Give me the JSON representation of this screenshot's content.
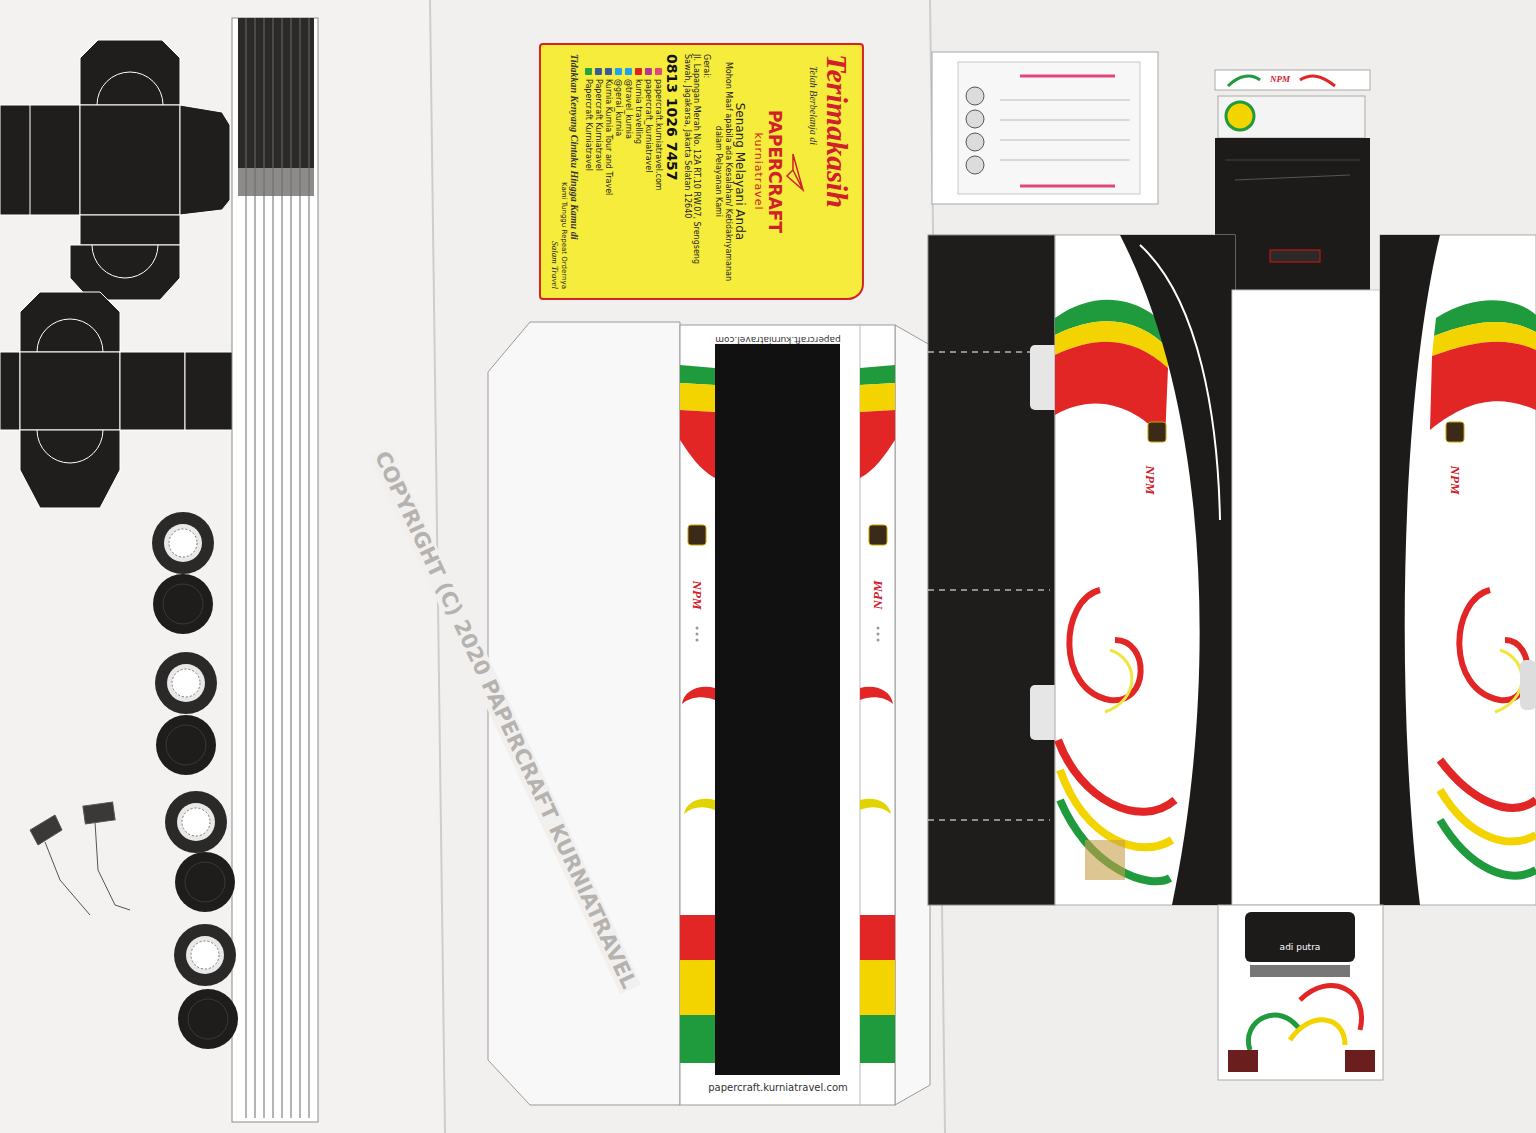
{
  "diagram": {
    "nodes": [
      {
        "text": [
          "Terimakasih",
          "Telah Berbelanja di",
          "PAPERCRAFT",
          "kurniatravel",
          "Senang Melayani Anda",
          "Mohon Maaf apabila ada Kesalahan/ Ketidaknyamanan dalam Pelayanan Kami",
          "Gerai:",
          "Jl. Lapangan Merah No. 12A RT.10 RW.07, Srengseng Sawah, Jagakarsa, Jakarta Selatan 12640",
          "0813 1026 7457",
          "papercraft.kurniatravel.com",
          "papercraft_kurniatravel",
          "kurnia travelling",
          "@travel_kurnia",
          "@gerai_kurnia",
          "Kurnia Kurnia Tour and Travel",
          "Papercraft Kurniatravel",
          "Papercraft Kurniatravel",
          "Tidakkan Kenyang Cintaku Hingga Kamu di",
          "Kami Tunggu Repeat Ordernya",
          "Salam Travel"
        ]
      }
    ],
    "labels": [
      "papercraft.kurniatravel.com",
      "papercraft.kurniatravel.com",
      "NPM",
      "NPM",
      "NPM",
      "NPM",
      "NPM",
      "COPYRIGHT (C) 2020 PAPERCRAFT KURNIATRAVEL",
      "adi putra"
    ]
  }
}
